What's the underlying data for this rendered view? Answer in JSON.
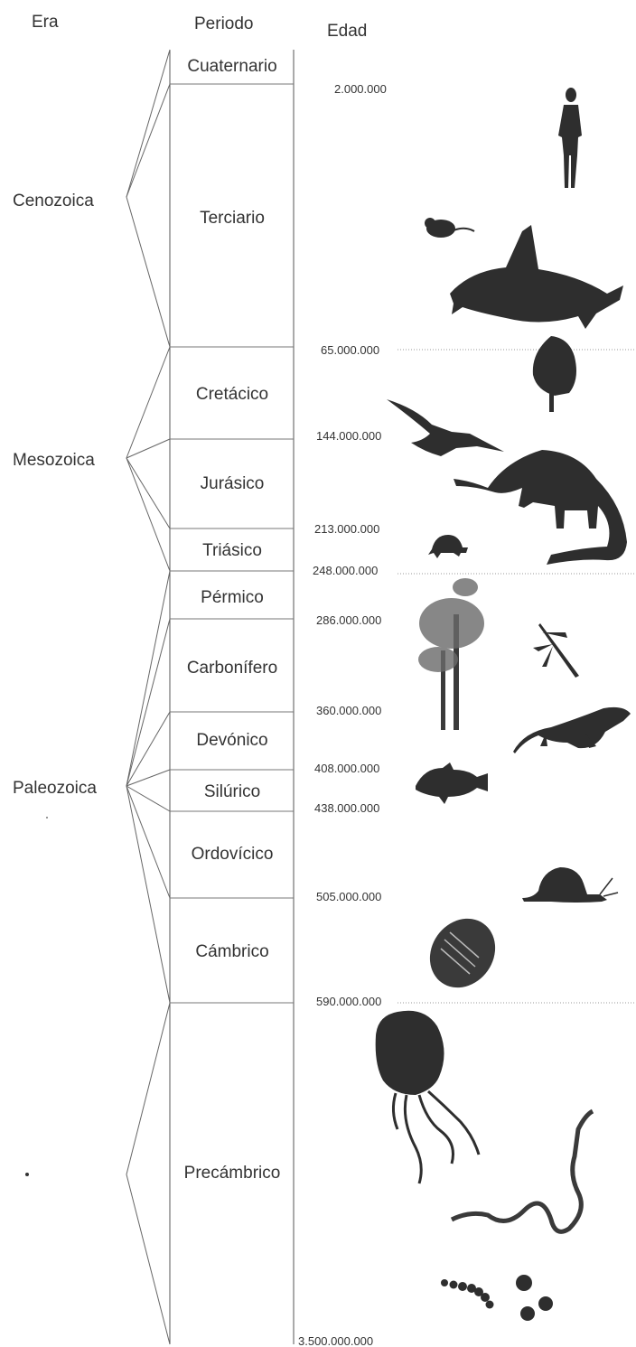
{
  "headers": {
    "era": "Era",
    "periodo": "Periodo",
    "edad": "Edad"
  },
  "eras": [
    {
      "key": "cenozoica",
      "name": "Cenozoica"
    },
    {
      "key": "mesozoica",
      "name": "Mesozoica"
    },
    {
      "key": "paleozoica",
      "name": "Paleozoica"
    },
    {
      "key": "precambrica",
      "name": ""
    }
  ],
  "periods": [
    {
      "name": "Cuaternario",
      "era": "cenozoica"
    },
    {
      "name": "Terciario",
      "era": "cenozoica"
    },
    {
      "name": "Cretácico",
      "era": "mesozoica"
    },
    {
      "name": "Jurásico",
      "era": "mesozoica"
    },
    {
      "name": "Triásico",
      "era": "mesozoica"
    },
    {
      "name": "Pérmico",
      "era": "paleozoica"
    },
    {
      "name": "Carbonífero",
      "era": "paleozoica"
    },
    {
      "name": "Devónico",
      "era": "paleozoica"
    },
    {
      "name": "Silúrico",
      "era": "paleozoica"
    },
    {
      "name": "Ordovícico",
      "era": "paleozoica"
    },
    {
      "name": "Cámbrico",
      "era": "paleozoica"
    },
    {
      "name": "Precámbrico",
      "era": "precambrica"
    }
  ],
  "ages": [
    "2.000.000",
    "65.000.000",
    "144.000.000",
    "213.000.000",
    "248.000.000",
    "286.000.000",
    "360.000.000",
    "408.000.000",
    "438.000.000",
    "505.000.000",
    "590.000.000",
    "3.500.000.000"
  ],
  "icons": [
    "human-icon",
    "rodent-icon",
    "orca-icon",
    "tree-icon",
    "pterosaur-icon",
    "sauropod-icon",
    "turtle-icon",
    "fern-tree-icon",
    "dragonfly-icon",
    "amphibian-icon",
    "fish-icon",
    "snail-icon",
    "trilobite-icon",
    "jellyfish-icon",
    "worm-icon",
    "cells-icon"
  ],
  "colors": {
    "ink": "#2e2e2e",
    "line": "#555555",
    "text": "#333333"
  }
}
